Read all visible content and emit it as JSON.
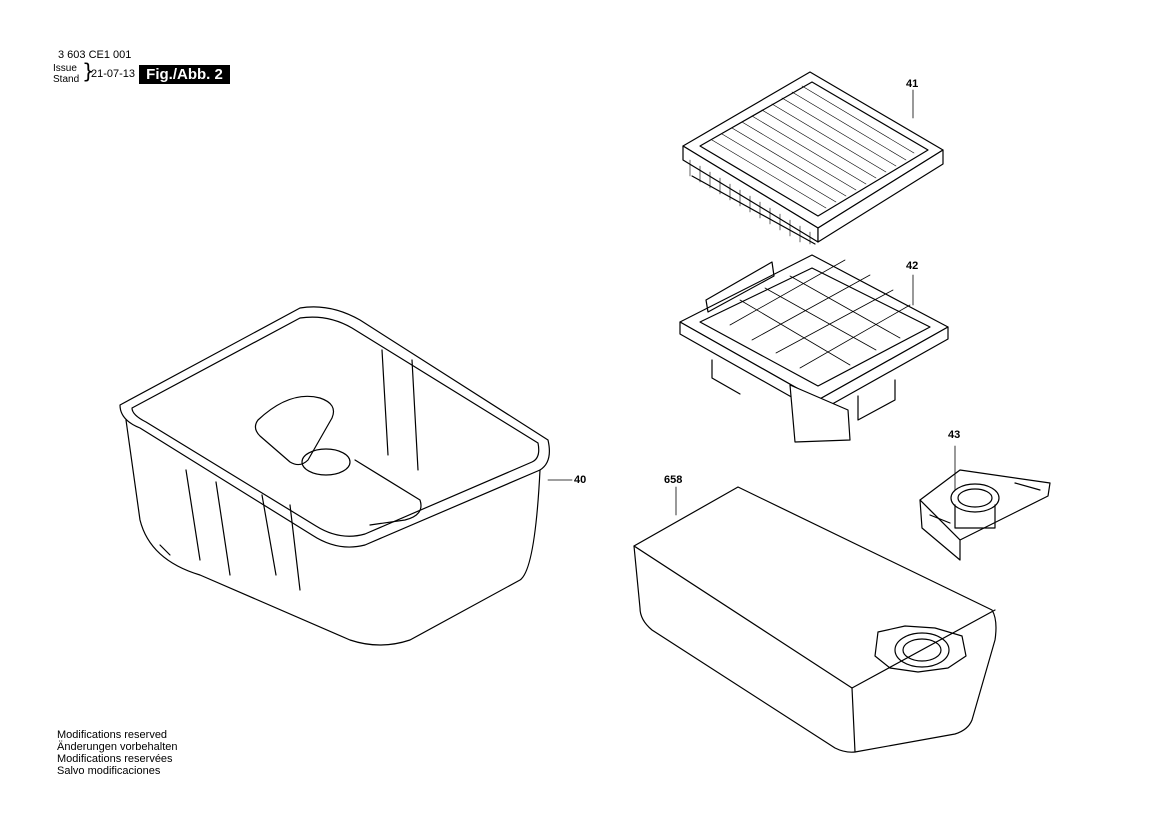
{
  "header": {
    "doc_number": "3 603 CE1 001",
    "issue_label": "Issue",
    "stand_label": "Stand",
    "date": "21-07-13",
    "figure": "Fig./Abb. 2"
  },
  "parts": {
    "p41": "41",
    "p42": "42",
    "p43": "43",
    "p40": "40",
    "p658": "658"
  },
  "footer": {
    "lines": [
      "Modifications reserved",
      "Änderungen vorbehalten",
      "Modifications reservées",
      "Salvo modificaciones"
    ]
  }
}
